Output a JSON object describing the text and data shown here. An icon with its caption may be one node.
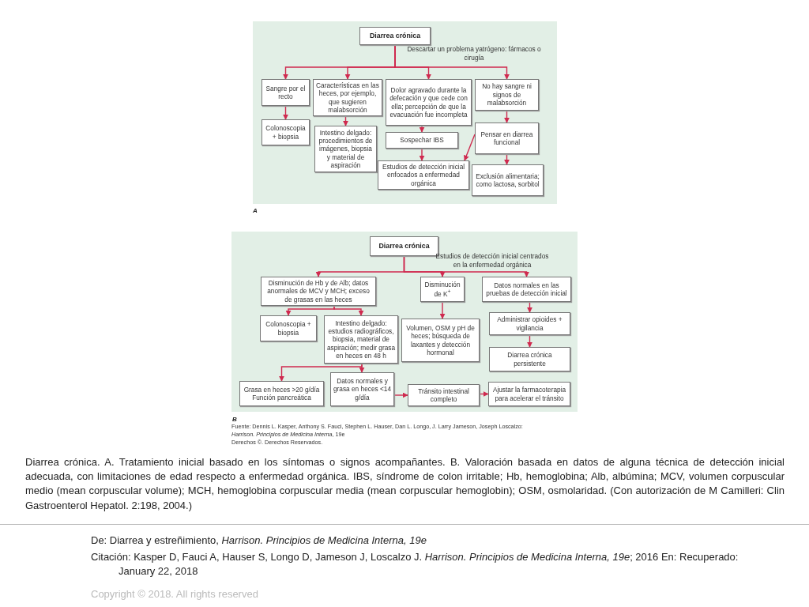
{
  "diagram": {
    "caption": "Diarrea crónica. A. Tratamiento inicial basado en los síntomas o signos acompañantes. B. Valoración basada en datos de alguna técnica de detección inicial adecuada, con limitaciones de edad respecto a enfermedad orgánica. IBS, síndrome de colon irritable; Hb, hemoglobina; Alb, albúmina; MCV, volumen corpuscular medio (mean corpuscular volume); MCH, hemoglobina corpuscular media (mean corpuscular hemoglobin); OSM, osmolaridad. (Con autorización de M Camilleri: Clin Gastroenterol Hepatol. 2:198, 2004.)",
    "nodes": [
      {
        "text": [
          "Diarrea crónica"
        ]
      },
      {
        "text": [
          "Sangre por el recto"
        ]
      },
      {
        "text": [
          "Características en las heces, por ejemplo, que sugieren malabsorción"
        ]
      },
      {
        "text": [
          "Dolor agravado durante la defecación y que cede con ella; percepción de que la evacuación fue incompleta"
        ]
      },
      {
        "text": [
          "No hay sangre ni signos de malabsorción"
        ]
      },
      {
        "text": [
          "Colonoscopia + biopsia"
        ]
      },
      {
        "text": [
          "Intestino delgado: procedimientos de imágenes, biopsia y material de aspiración"
        ]
      },
      {
        "text": [
          "Sospechar IBS"
        ]
      },
      {
        "text": [
          "Pensar en diarrea funcional"
        ]
      },
      {
        "text": [
          "Estudios de detección inicial enfocados a enfermedad orgánica"
        ]
      },
      {
        "text": [
          "Exclusión alimentaria; como lactosa, sorbitol"
        ]
      },
      {
        "text": [
          "Diarrea crónica"
        ]
      },
      {
        "text": [
          "Disminución de Hb y de Alb; datos anormales de MCV y MCH; exceso de grasas en las heces"
        ]
      },
      {
        "text": [
          "Disminución de K$^{+}$"
        ]
      },
      {
        "text": [
          "Datos normales en las pruebas de detección inicial"
        ]
      },
      {
        "text": [
          "Colonoscopia + biopsia"
        ]
      },
      {
        "text": [
          "Intestino delgado: estudios radiográficos, biopsia, material de aspiración; medir grasa en heces en 48 h"
        ]
      },
      {
        "text": [
          "Volumen, OSM y pH de heces; búsqueda de laxantes y detección hormonal"
        ]
      },
      {
        "text": [
          "Administrar opioides + vigilancia"
        ]
      },
      {
        "text": [
          "Diarrea crónica persistente"
        ]
      },
      {
        "text": [
          "Grasa en heces >20 g/día",
          "Función pancreática"
        ]
      },
      {
        "text": [
          "Datos normales y grasa en heces <14 g/día"
        ]
      },
      {
        "text": [
          "Tránsito intestinal completo"
        ]
      },
      {
        "text": [
          "Ajustar la farmacoterapia para acelerar el tránsito"
        ]
      }
    ],
    "edges": [
      {
        "from": 0,
        "to": 1,
        "arrow": "to"
      },
      {
        "from": 0,
        "to": 2,
        "arrow": "to"
      },
      {
        "from": 0,
        "to": 3,
        "arrow": "to"
      },
      {
        "from": 0,
        "to": 4,
        "arrow": "to"
      },
      {
        "from": 1,
        "to": 5,
        "arrow": "to"
      },
      {
        "from": 2,
        "to": 6,
        "arrow": "to"
      },
      {
        "from": 3,
        "to": 7,
        "arrow": "to"
      },
      {
        "from": 4,
        "to": 8,
        "arrow": "to"
      },
      {
        "from": 7,
        "to": 9,
        "arrow": "to"
      },
      {
        "from": 8,
        "to": 9,
        "arrow": "to"
      },
      {
        "from": 8,
        "to": 10,
        "arrow": "to"
      },
      {
        "from": 11,
        "to": 12,
        "arrow": "to"
      },
      {
        "from": 11,
        "to": 13,
        "arrow": "to"
      },
      {
        "from": 11,
        "to": 14,
        "arrow": "to"
      },
      {
        "from": 12,
        "to": 15,
        "arrow": "to"
      },
      {
        "from": 12,
        "to": 16,
        "arrow": "to"
      },
      {
        "from": 13,
        "to": 17,
        "arrow": "to"
      },
      {
        "from": 14,
        "to": 18,
        "arrow": "to"
      },
      {
        "from": 18,
        "to": 19,
        "arrow": "to"
      },
      {
        "from": 16,
        "to": 20,
        "arrow": "to"
      },
      {
        "from": 16,
        "to": 21,
        "arrow": "to"
      },
      {
        "from": 21,
        "to": 22,
        "arrow": "to"
      },
      {
        "from": 22,
        "to": 23,
        "arrow": "to"
      }
    ],
    "labels": [
      "Descartar un problema yatrógeno: fármacos o cirugía",
      "A",
      "Estudios de detección inicial centrados en la enfermedad orgánica",
      "B",
      "Fuente: Dennis L. Kasper, Anthony S. Fauci, Stephen L. Hauser, Dan L. Longo, J. Larry Jameson, Joseph Loscalzo:",
      "*Harrison. Principios de Medicina Interna*, 19e",
      "Derechos ©. Derechos Reservados.",
      "De: Diarrea y estreñimiento, *Harrison. Principios de Medicina Interna, 19e*",
      "Citación: Kasper D, Fauci A, Hauser S, Longo D, Jameson J, Loscalzo J. *Harrison. Principios de Medicina Interna, 19e*; 2016 En: Recuperado: January 22, 2018",
      "Copyright © 2018. All rights reserved"
    ]
  }
}
